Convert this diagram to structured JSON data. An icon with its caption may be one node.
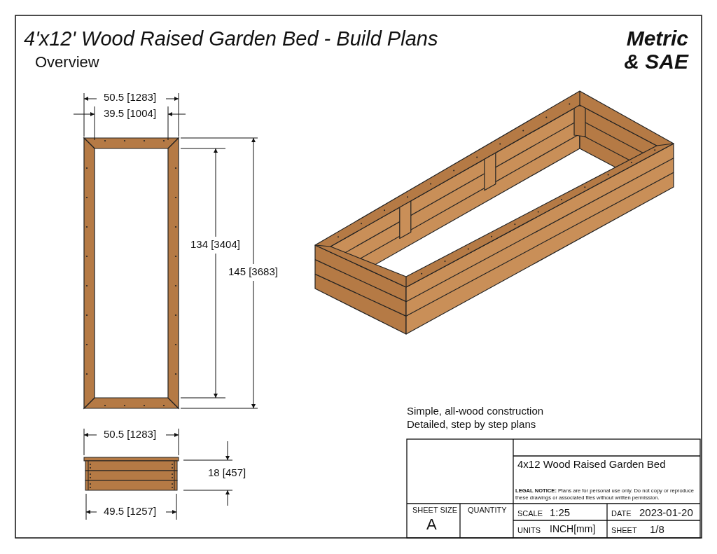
{
  "diagram": {
    "title": "4'x12' Wood Raised Garden Bed - Build Plans",
    "labels": [
      "Overview",
      "Metric & SAE",
      "50.5 [1283]",
      "39.5 [1004]",
      "134 [3404]",
      "145 [3683]",
      "Simple, all-wood construction",
      "Detailed, step by step plans",
      "50.5 [1283]",
      "18 [457]",
      "49.5 [1257]",
      "4x12 Wood Raised Garden Bed",
      "**LEGAL NOTICE:** Plans are for personal use only. Do not copy or reproduce these drawings or associated files without written permission.",
      "SHEET SIZE",
      "A",
      "QUANTITY",
      "SCALE",
      "1:25",
      "DATE",
      "2023-01-20",
      "UNITS",
      "INCH[mm]",
      "SHEET",
      "1/8"
    ]
  }
}
